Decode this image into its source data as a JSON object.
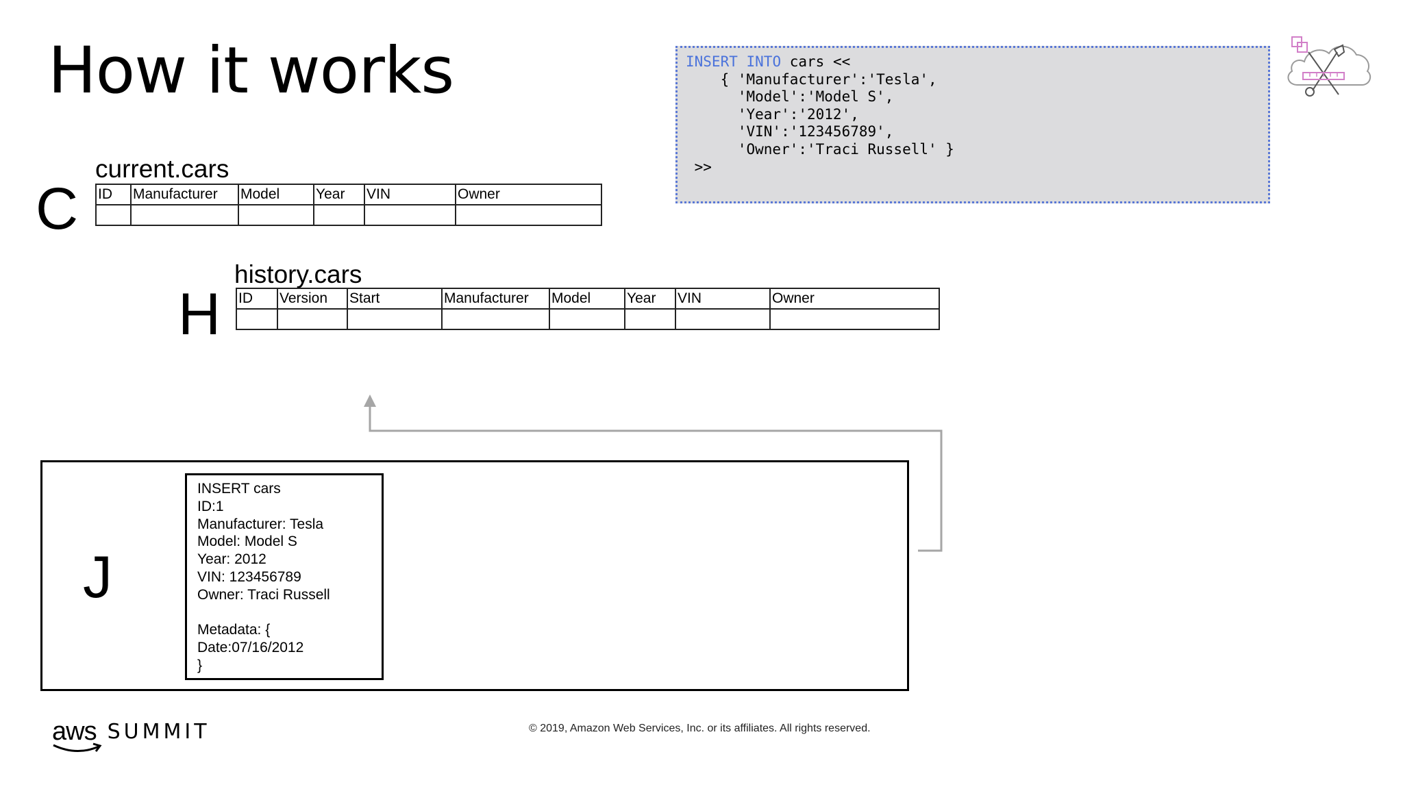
{
  "slide": {
    "title": "How it works"
  },
  "current_table": {
    "letter": "C",
    "name": "current.cars",
    "columns": [
      "ID",
      "Manufacturer",
      "Model",
      "Year",
      "VIN",
      "Owner"
    ]
  },
  "history_table": {
    "letter": "H",
    "name": "history.cars",
    "columns": [
      "ID",
      "Version",
      "Start",
      "Manufacturer",
      "Model",
      "Year",
      "VIN",
      "Owner"
    ]
  },
  "code": {
    "keyword_insert": "INSERT",
    "keyword_into": "INTO",
    "line1_rest": " cars <<",
    "lines": [
      "    { 'Manufacturer':'Tesla',",
      "      'Model':'Model S',",
      "      'Year':'2012',",
      "      'VIN':'123456789',",
      "      'Owner':'Traci Russell' }",
      " >>"
    ]
  },
  "journal": {
    "letter": "J",
    "record_lines": [
      "INSERT cars",
      "ID:1",
      "Manufacturer: Tesla",
      "Model: Model S",
      "Year: 2012",
      "VIN: 123456789",
      "Owner: Traci Russell",
      "",
      "Metadata: {",
      "Date:07/16/2012",
      "}"
    ]
  },
  "footer": {
    "copyright": "© 2019, Amazon Web Services, Inc. or its affiliates. All rights reserved.",
    "brand_aws": "aws",
    "brand_summit": "SUMMIT"
  },
  "icons": {
    "logo": "cloud-tools-icon",
    "brand_smile": "aws-smile-icon"
  },
  "colors": {
    "code_keyword": "#4a72db",
    "code_bg": "#dcdcde",
    "connector": "#a6a6a6",
    "logo": "#d27fc8"
  }
}
